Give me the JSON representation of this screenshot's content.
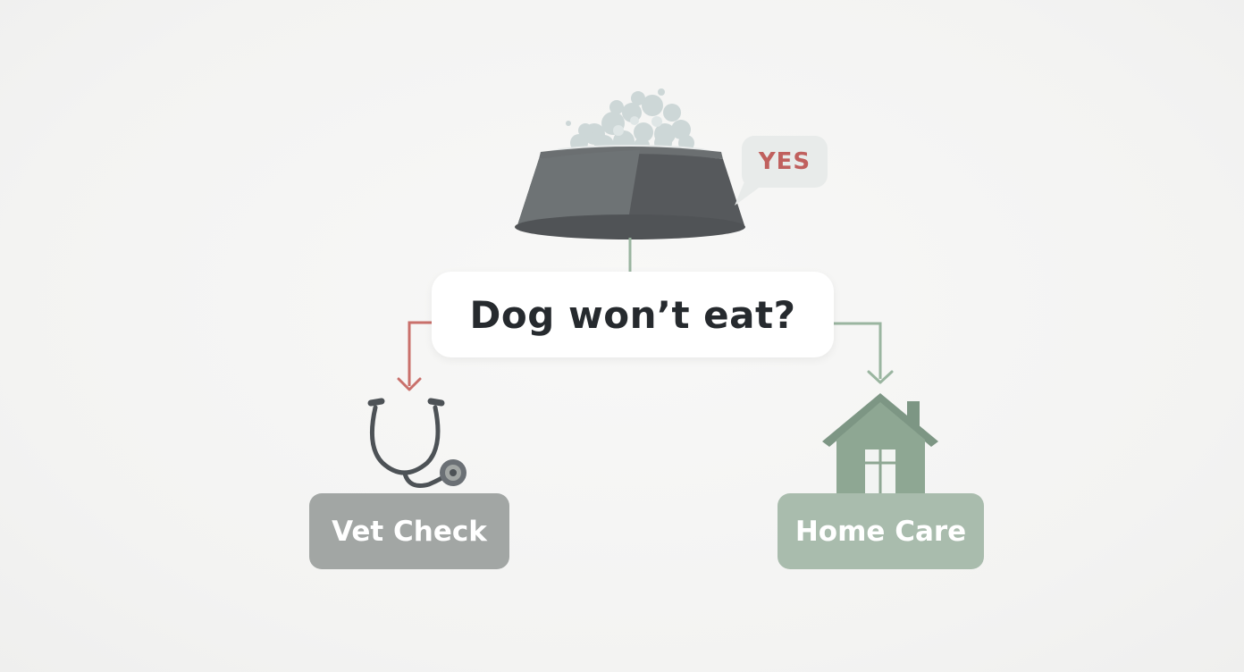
{
  "diagram": {
    "question": "Dog won’t eat?",
    "yes_label": "YES",
    "left_branch": {
      "label": "Vet Check",
      "icon": "stethoscope-icon",
      "arrow_color": "#c9706b",
      "box_color": "#a2a6a4"
    },
    "right_branch": {
      "label": "Home Care",
      "icon": "house-icon",
      "arrow_color": "#9ab5a0",
      "box_color": "#a9bcad"
    },
    "top_icon": "food-bowl-icon"
  }
}
